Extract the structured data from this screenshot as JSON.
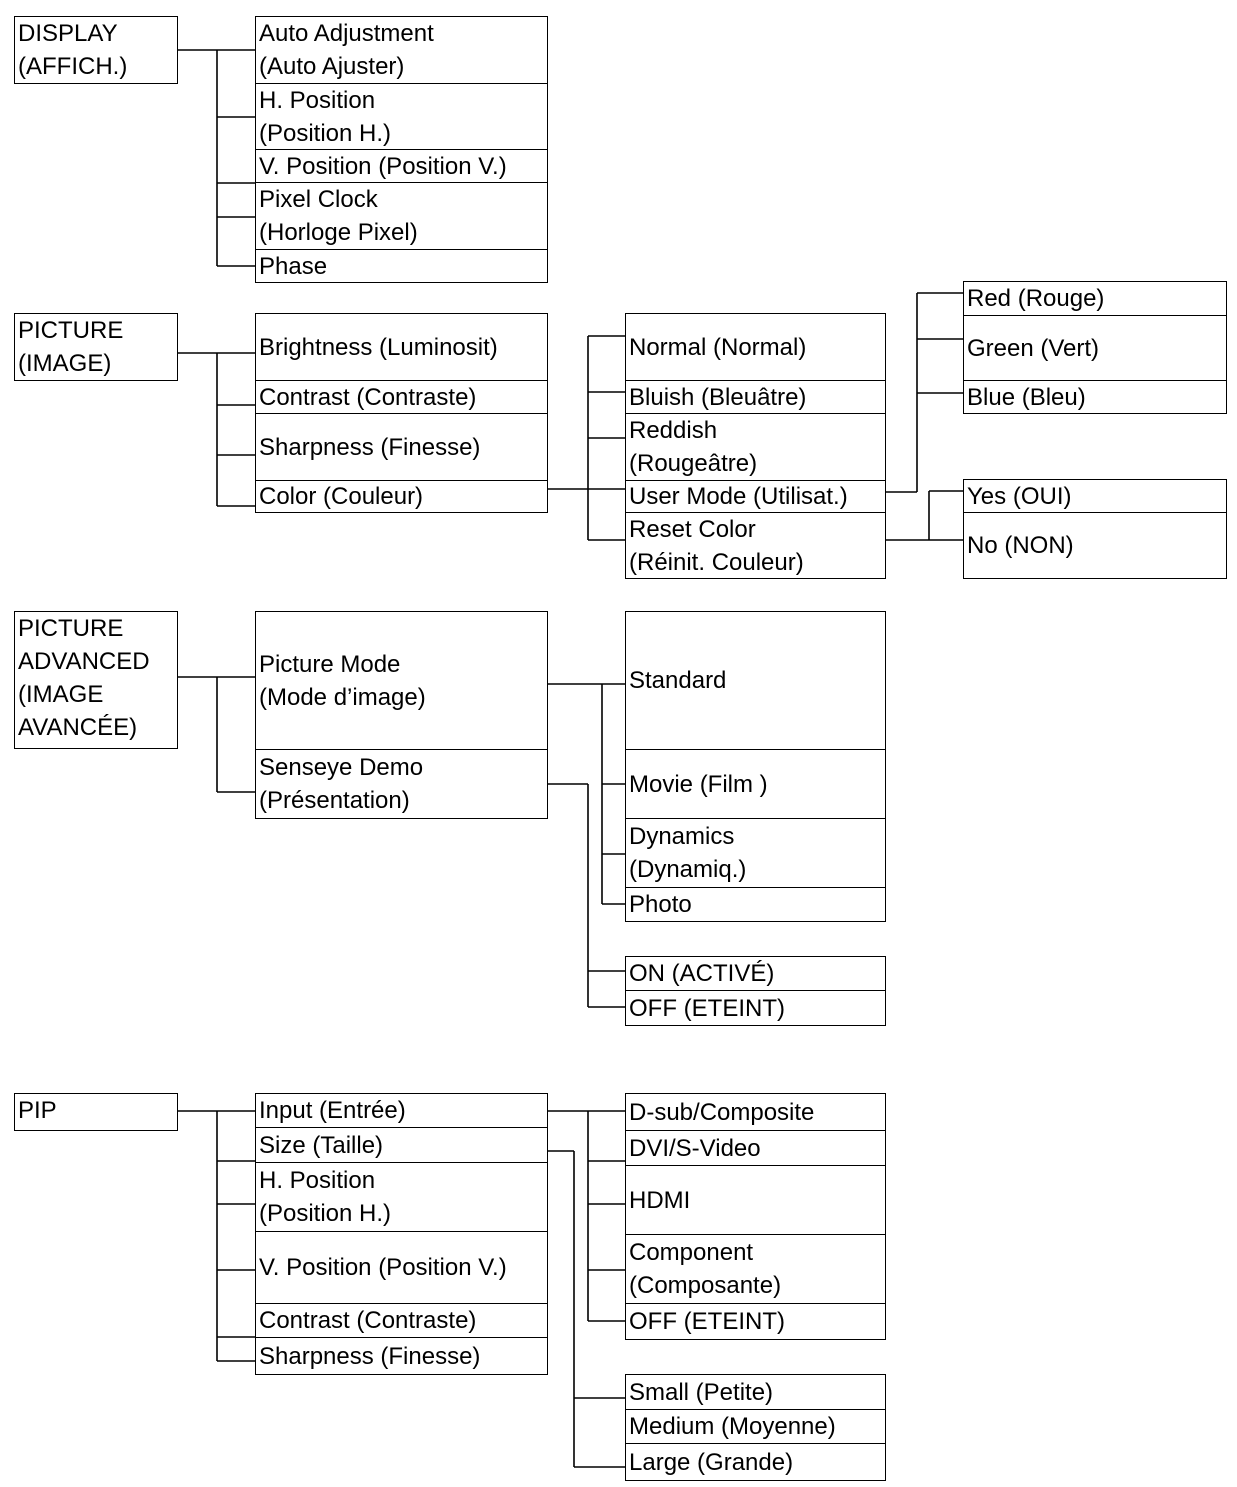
{
  "display": {
    "root": [
      "DISPLAY",
      "(AFFICH.)"
    ],
    "items": [
      [
        "Auto Adjustment",
        "(Auto Ajuster)"
      ],
      [
        "H. Position",
        "(Position H.)"
      ],
      [
        "V. Position (Position V.)"
      ],
      [
        "Pixel Clock",
        "(Horloge Pixel)"
      ],
      [
        "Phase"
      ]
    ]
  },
  "picture": {
    "root": [
      "PICTURE",
      "(IMAGE)"
    ],
    "items": [
      [
        "Brightness (Luminosit)"
      ],
      [
        "Contrast (Contraste)"
      ],
      [
        "Sharpness (Finesse)"
      ],
      [
        "Color (Couleur)"
      ]
    ],
    "color_options": [
      [
        "Normal (Normal)"
      ],
      [
        "Bluish (Bleuâtre)"
      ],
      [
        "Reddish",
        "(Rougeâtre)"
      ],
      [
        "User Mode (Utilisat.)"
      ],
      [
        "Reset Color",
        "(Réinit. Couleur)"
      ]
    ],
    "user_mode_options": [
      [
        "Red (Rouge)"
      ],
      [
        "Green (Vert)"
      ],
      [
        "Blue (Bleu)"
      ]
    ],
    "reset_options": [
      [
        "Yes (OUI)"
      ],
      [
        "No (NON)"
      ]
    ]
  },
  "picture_advanced": {
    "root": [
      "PICTURE",
      "ADVANCED",
      "(IMAGE",
      "AVANCÉE)"
    ],
    "items": [
      [
        "Picture Mode",
        "(Mode d’image)"
      ],
      [
        "Senseye Demo",
        "(Présentation)"
      ]
    ],
    "mode_options": [
      [
        "Standard"
      ],
      [
        "Movie (Film )"
      ],
      [
        "Dynamics",
        "(Dynamiq.)"
      ],
      [
        "Photo"
      ]
    ],
    "demo_options": [
      [
        "ON (ACTIVÉ)"
      ],
      [
        "OFF (ETEINT)"
      ]
    ]
  },
  "pip": {
    "root": [
      "PIP"
    ],
    "items": [
      [
        "Input (Entrée)"
      ],
      [
        "Size (Taille)"
      ],
      [
        "H. Position",
        "(Position H.)"
      ],
      [
        "V. Position (Position V.)"
      ],
      [
        "Contrast (Contraste)"
      ],
      [
        "Sharpness (Finesse)"
      ]
    ],
    "input_options": [
      [
        "D-sub/Composite"
      ],
      [
        "DVI/S-Video"
      ],
      [
        "HDMI"
      ],
      [
        "Component",
        "(Composante)"
      ],
      [
        "OFF (ETEINT)"
      ]
    ],
    "size_options": [
      [
        "Small (Petite)"
      ],
      [
        "Medium (Moyenne)"
      ],
      [
        "Large (Grande)"
      ]
    ]
  }
}
